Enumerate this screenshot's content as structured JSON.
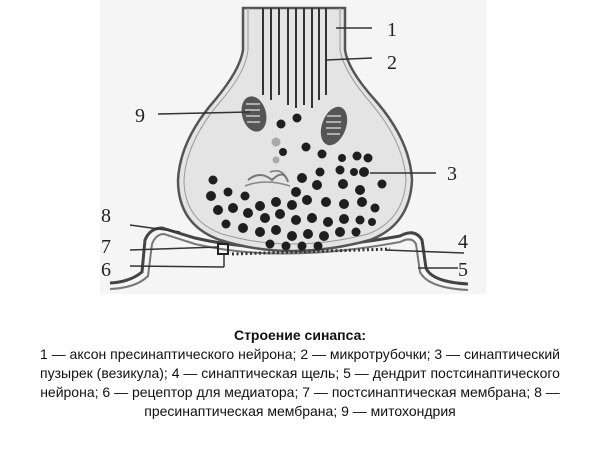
{
  "figure": {
    "labels": [
      {
        "n": "1",
        "target": "axon"
      },
      {
        "n": "2",
        "target": "microtubules"
      },
      {
        "n": "3",
        "target": "synaptic-vesicle"
      },
      {
        "n": "4",
        "target": "synaptic-cleft"
      },
      {
        "n": "5",
        "target": "dendrite"
      },
      {
        "n": "6",
        "target": "receptor"
      },
      {
        "n": "7",
        "target": "postsynaptic-membrane"
      },
      {
        "n": "8",
        "target": "presynaptic-membrane"
      },
      {
        "n": "9",
        "target": "mitochondrion"
      }
    ],
    "colors": {
      "background": "#f5f5f5",
      "ink": "#222222",
      "cytoplasm": "#e4e4e4"
    }
  },
  "caption": {
    "title": "Строение синапса:",
    "body": "1 — аксон пресинаптического нейрона; 2 — микротрубочки; 3 — синаптический пузырек (везикула); 4 — синаптическая щель; 5 — дендрит постсинаптического нейрона; 6 — рецептор для медиатора; 7 — постсинаптическая мембрана; 8 — пресинаптическая мембрана; 9 — митохондрия",
    "legend": [
      {
        "n": "1",
        "text": "аксон пресинаптического нейрона"
      },
      {
        "n": "2",
        "text": "микротрубочки"
      },
      {
        "n": "3",
        "text": "синаптический пузырек (везикула)"
      },
      {
        "n": "4",
        "text": "синаптическая щель"
      },
      {
        "n": "5",
        "text": "дендрит постсинаптического нейрона"
      },
      {
        "n": "6",
        "text": "рецептор для медиатора"
      },
      {
        "n": "7",
        "text": "постсинаптическая мембрана"
      },
      {
        "n": "8",
        "text": "пресинаптическая мембрана"
      },
      {
        "n": "9",
        "text": "митохондрия"
      }
    ]
  }
}
